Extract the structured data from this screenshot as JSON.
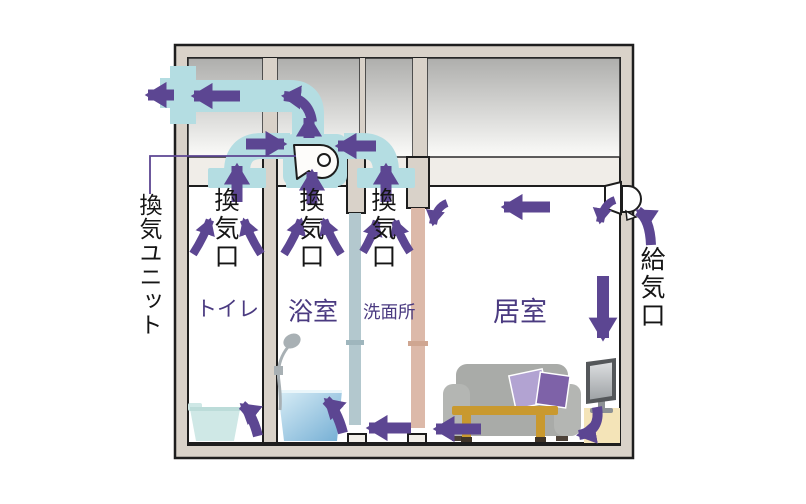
{
  "labels": {
    "ventilation_unit": "換気ユニット",
    "exhaust_vent": "換気口",
    "supply_vent": "給気口"
  },
  "rooms": [
    {
      "id": "toilet",
      "name": "トイレ"
    },
    {
      "id": "bathroom",
      "name": "浴室"
    },
    {
      "id": "washroom",
      "name": "洗面所"
    },
    {
      "id": "living",
      "name": "居室"
    }
  ],
  "colors": {
    "arrow_purple": "#5c4692",
    "duct_blue": "#b4dde2",
    "wall_beige": "#d9d2c9",
    "ceiling_band": "#f0ede8",
    "room_label_purple": "#4a3a80",
    "label_black": "#151515",
    "bathtub_blue": "#7fb6d9",
    "toilet_aqua": "#cfe8e6",
    "door_bathroom": "#b3c8ce",
    "door_washroom": "#dcb9a9",
    "sofa_gray": "#a9aba8",
    "cushion_light": "#b2a3d2",
    "cushion_dark": "#7e62a8",
    "table_wood": "#c9992f",
    "cabinet_cream": "#f4e4b8"
  },
  "icons": [
    "fan-unit-icon",
    "exhaust-outlet-icon",
    "supply-vent-icon",
    "airflow-arrow-icon",
    "toilet-icon",
    "bathtub-icon",
    "shower-icon",
    "sofa-icon",
    "cushion-icon",
    "table-icon",
    "tv-icon",
    "tv-cabinet-icon"
  ]
}
